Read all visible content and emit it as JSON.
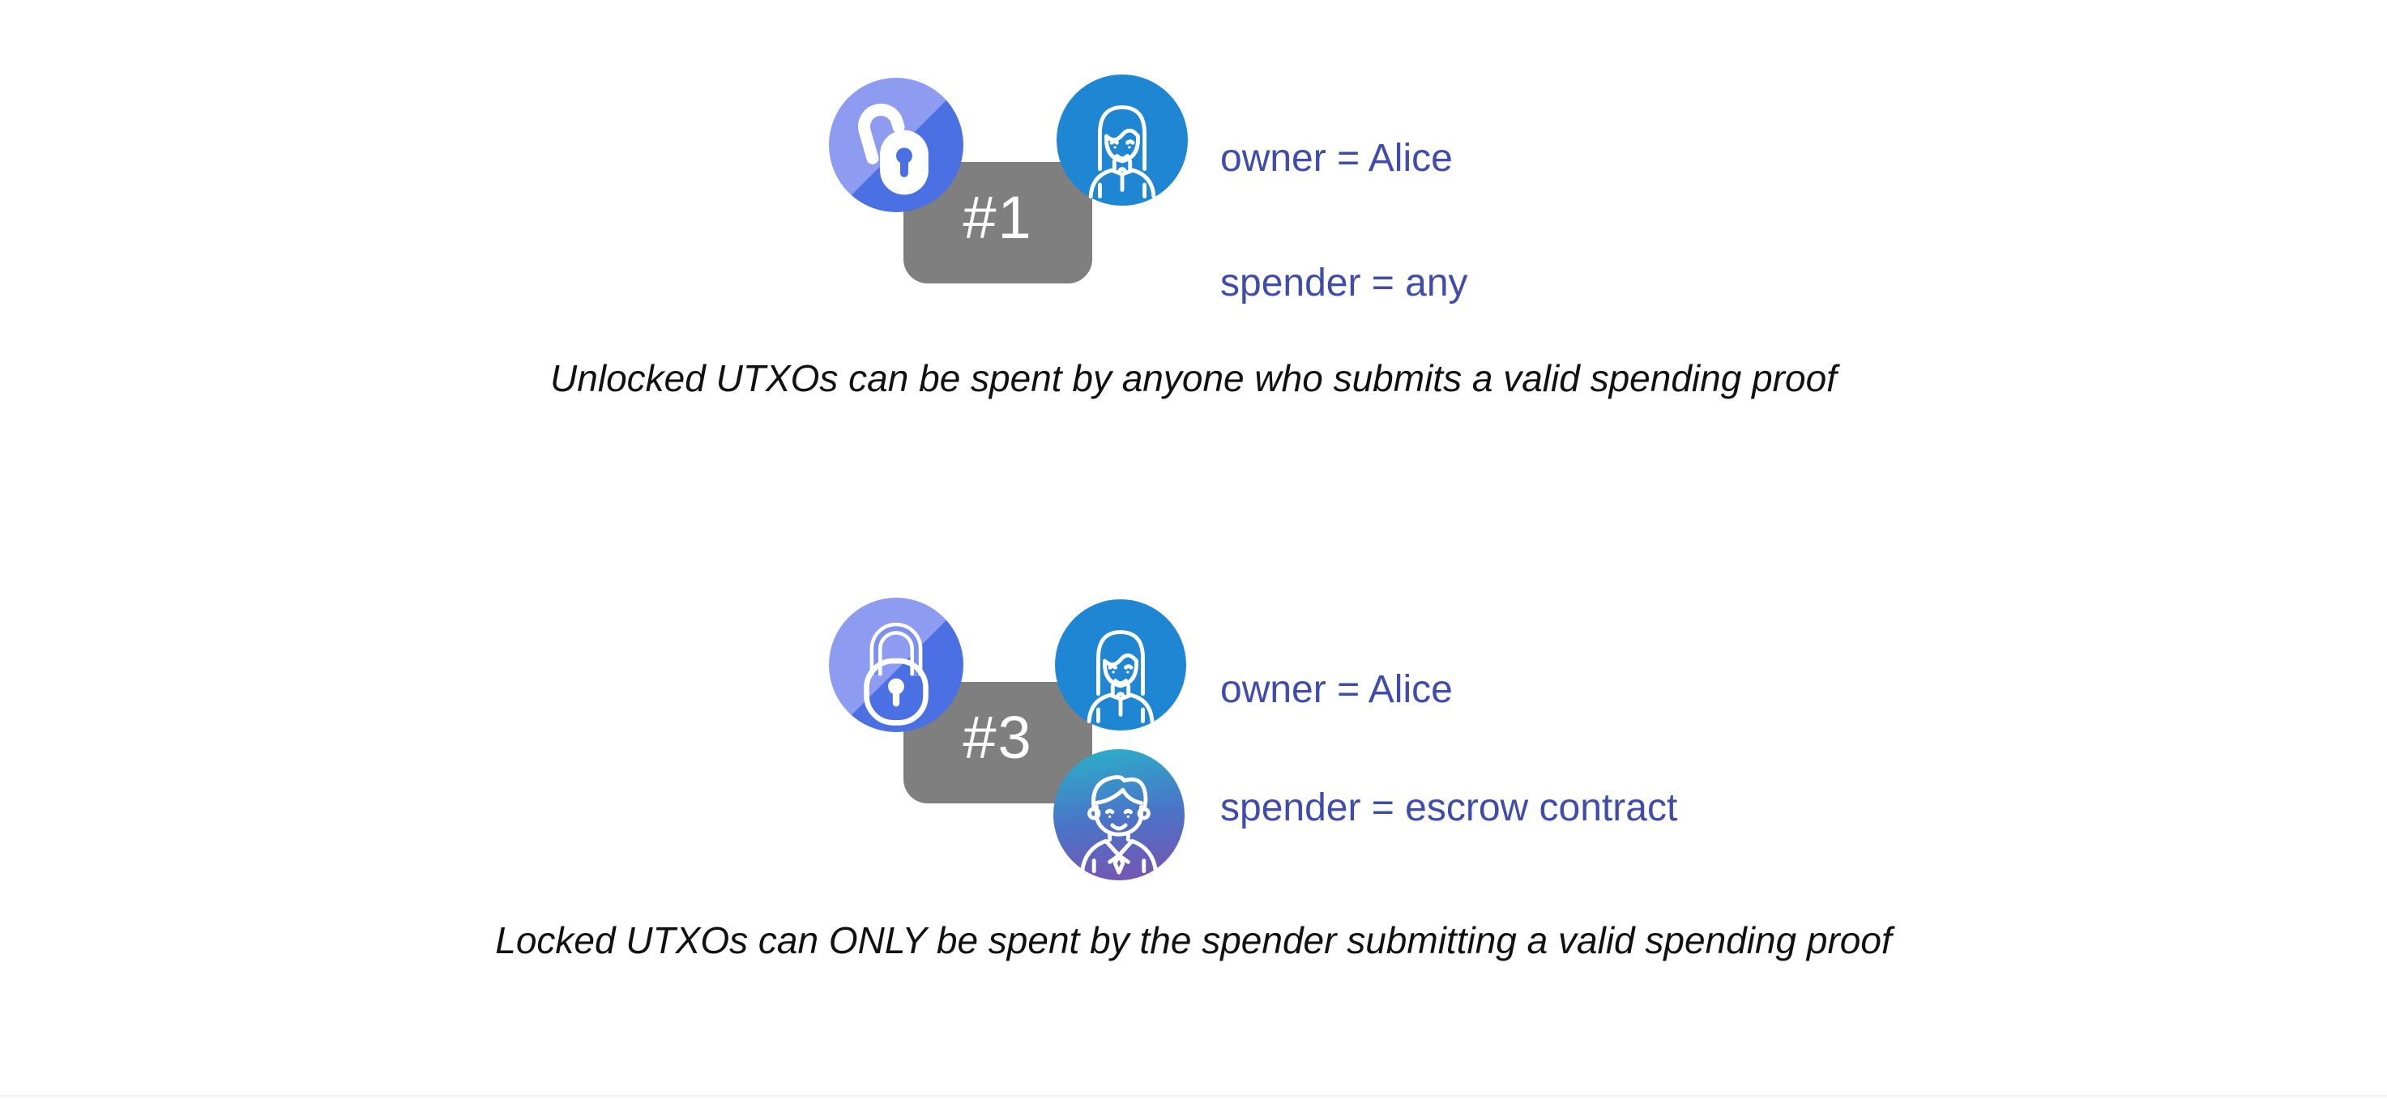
{
  "page": {
    "background": "#ffffff",
    "kind": "utxo-locking-diagram"
  },
  "colors": {
    "label_text": "#3f4cae",
    "caption_text": "#111111",
    "utxo_box_gray": "#7f7f7f",
    "lock_circle_light": "#8d9cf0",
    "lock_circle_dark": "#4a70e4",
    "alice_circle_blue": "#1e86d2",
    "escrow_circle_teal": "#29b3c8",
    "escrow_circle_purple": "#7b51ae"
  },
  "groups": [
    {
      "box_label": "#1",
      "lock_state": "unlocked",
      "owner_label": "owner = Alice",
      "spender_label": "spender = any",
      "caption": "Unlocked UTXOs can be spent by anyone who submits a valid spending proof"
    },
    {
      "box_label": "#3",
      "lock_state": "locked",
      "owner_label": "owner = Alice",
      "spender_label": "spender = escrow contract",
      "caption": "Locked UTXOs can ONLY be spent by the spender submitting a valid spending proof"
    }
  ]
}
